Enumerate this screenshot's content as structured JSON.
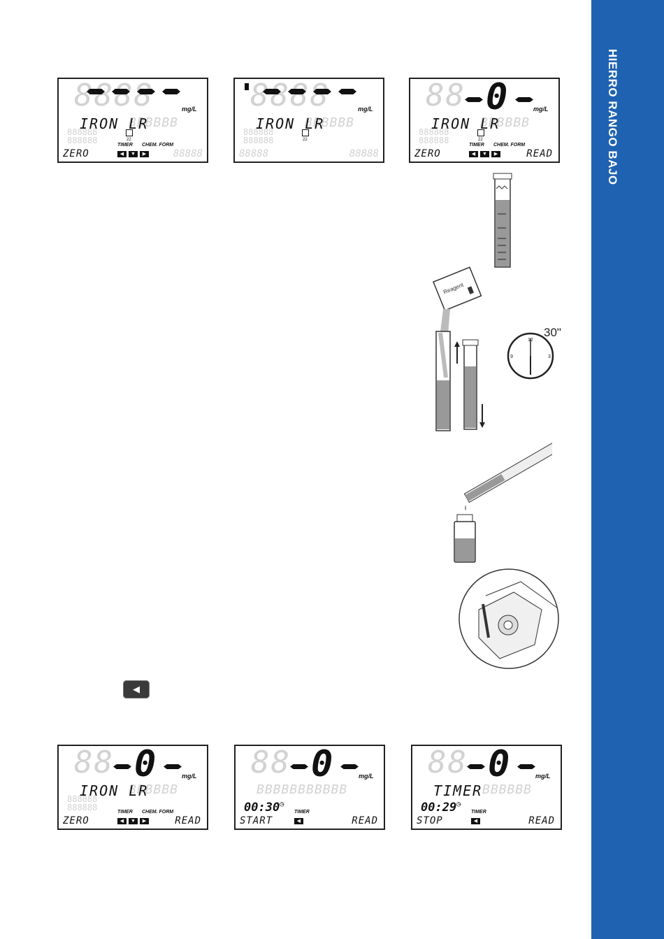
{
  "sidebar": {
    "title": "HIERRO RANGO BAJO"
  },
  "colors": {
    "accent": "#1f62b1"
  },
  "displays_top": [
    {
      "message": "IRON LR",
      "unit": "mg/L",
      "left_soft": "ZERO",
      "right_soft": "",
      "timer_label": "TIMER",
      "chem_label": "CHEM. FORM",
      "keys": [
        "◀",
        "▼",
        "▶"
      ]
    },
    {
      "message": "IRON LR",
      "unit": "mg/L",
      "left_soft": "",
      "right_soft": "",
      "timer_label": "",
      "chem_label": "",
      "keys": []
    },
    {
      "reading": "0",
      "message": "IRON LR",
      "unit": "mg/L",
      "left_soft": "ZERO",
      "right_soft": "READ",
      "timer_label": "TIMER",
      "chem_label": "CHEM. FORM",
      "keys": [
        "◀",
        "▼",
        "▶"
      ]
    }
  ],
  "illustrations": {
    "timer_caption": "30\""
  },
  "key_button": {
    "symbol": "◀"
  },
  "displays_bottom": [
    {
      "reading": "0",
      "message": "IRON LR",
      "unit": "mg/L",
      "left_soft": "ZERO",
      "right_soft": "READ",
      "timer_label": "TIMER",
      "chem_label": "CHEM. FORM",
      "keys": [
        "◀",
        "▼",
        "▶"
      ]
    },
    {
      "reading": "0",
      "timer_value": "00:30",
      "unit": "mg/L",
      "left_soft": "START",
      "right_soft": "READ",
      "timer_label": "TIMER",
      "keys": [
        "◀"
      ]
    },
    {
      "reading": "0",
      "message": "TIMER",
      "timer_value": "00:29",
      "unit": "mg/L",
      "left_soft": "STOP",
      "right_soft": "READ",
      "timer_label": "TIMER",
      "keys": [
        "◀"
      ]
    }
  ]
}
